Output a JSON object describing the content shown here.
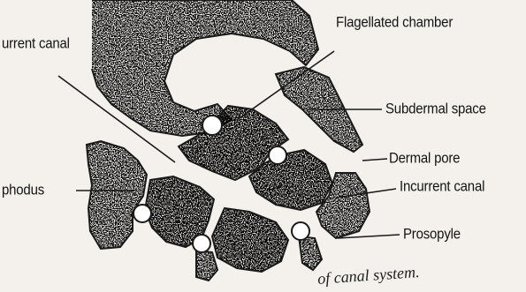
{
  "labels": {
    "excurrent_canal": "urrent canal",
    "flagellated_chamber": "Flagellated chamber",
    "subdermal_space": "Subdermal space",
    "dermal_pore": "Dermal pore",
    "incurrent_canal": "Incurrent canal",
    "apopyle": "phodus",
    "prosopyle": "Prosopyle"
  },
  "caption": "of canal system."
}
